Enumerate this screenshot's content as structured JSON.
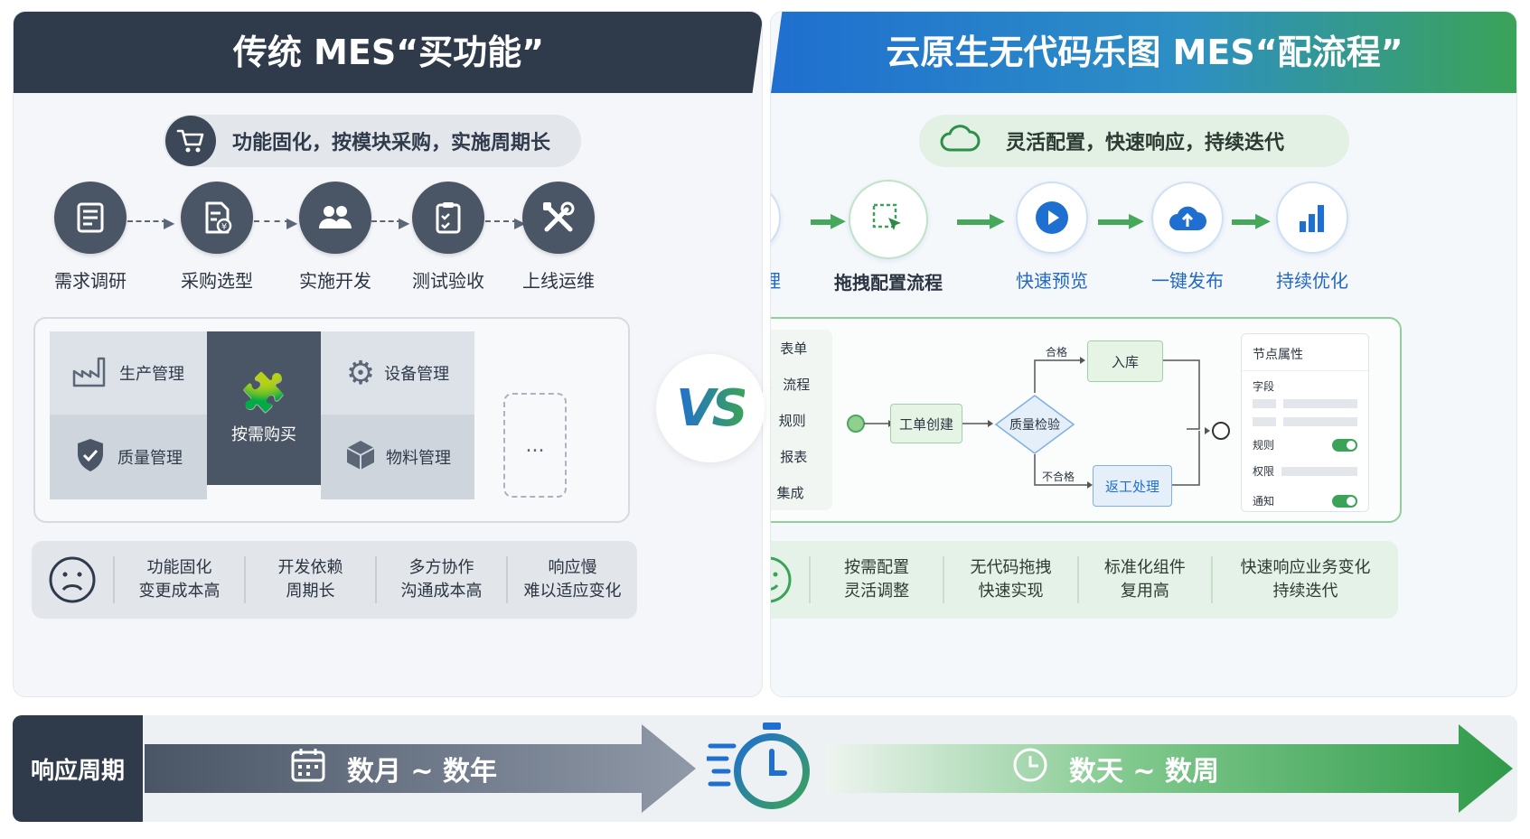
{
  "left": {
    "title": "传统 MES“买功能”",
    "tagline": "功能固化，按模块采购，实施周期长",
    "steps": [
      "需求调研",
      "采购选型",
      "实施开发",
      "测试验收",
      "上线运维"
    ],
    "modules": {
      "production": "生产管理",
      "equipment": "设备管理",
      "quality": "质量管理",
      "material": "物料管理",
      "center": "按需购买",
      "more": "..."
    },
    "pains": [
      [
        "功能固化",
        "变更成本高"
      ],
      [
        "开发依赖",
        "周期长"
      ],
      [
        "多方协作",
        "沟通成本高"
      ],
      [
        "响应慢",
        "难以适应变化"
      ]
    ]
  },
  "right": {
    "title": "云原生无代码乐图 MES“配流程”",
    "tagline": "灵活配置，快速响应，持续迭代",
    "steps": [
      "需求梳理",
      "拖拽配置流程",
      "快速预览",
      "一键发布",
      "持续优化"
    ],
    "palette": [
      "表单",
      "流程",
      "规则",
      "报表",
      "集成"
    ],
    "flow": {
      "create": "工单创建",
      "check": "质量检验",
      "pass": "合格",
      "fail": "不合格",
      "store": "入库",
      "rework": "返工处理"
    },
    "props": {
      "title": "节点属性",
      "field": "字段",
      "rule": "规则",
      "permission": "权限",
      "notify": "通知"
    },
    "gains": [
      [
        "按需配置",
        "灵活调整"
      ],
      [
        "无代码拖拽",
        "快速实现"
      ],
      [
        "标准化组件",
        "复用高"
      ],
      [
        "快速响应业务变化",
        "持续迭代"
      ]
    ]
  },
  "vs": "VS",
  "bottom": {
    "label": "响应周期",
    "left_text": "数月 ~ 数年",
    "right_text": "数天 ~ 数周"
  },
  "colors": {
    "dark": "#2f3a4a",
    "blue": "#1f6fd0",
    "green": "#45a85b"
  }
}
